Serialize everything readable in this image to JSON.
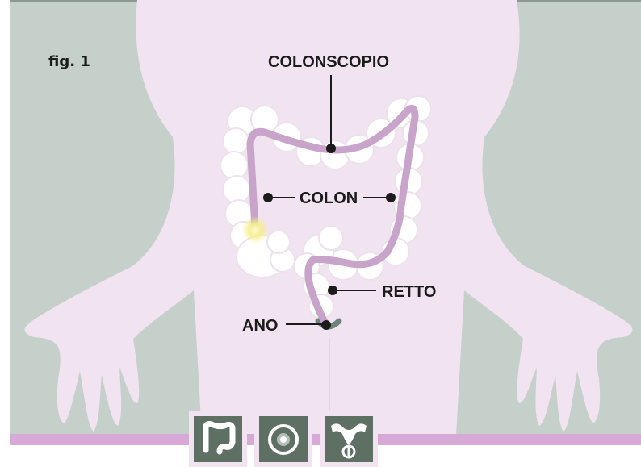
{
  "figure": {
    "caption": "fig. 1",
    "labels": {
      "colonscope": "COLONSCOPIO",
      "colon": "COLON",
      "rectum": "RETTO",
      "anus": "ANO"
    }
  },
  "thumbnails": [
    {
      "icon": "colon-icon"
    },
    {
      "icon": "target-icon"
    },
    {
      "icon": "uterus-icon"
    }
  ],
  "colors": {
    "background": "#c6d0ca",
    "body": "#f1e4f0",
    "scope": "#c9a4ca",
    "thumbnail_bg": "#5e6f64",
    "floor_bar": "#d6a9d6",
    "lamp": "#f6ef8a"
  }
}
